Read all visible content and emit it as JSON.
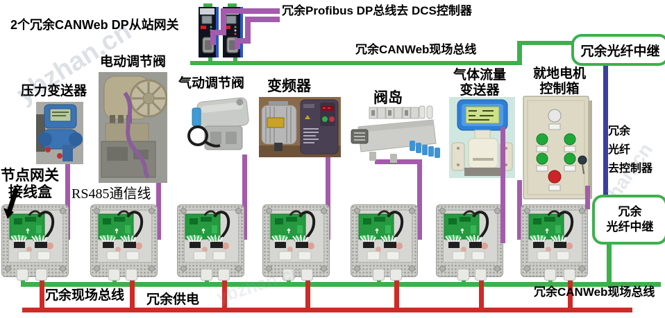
{
  "watermark": "ybzhan.cn",
  "colors": {
    "bus_green": "#3db04b",
    "bus_red": "#cf2a27",
    "profibus_purple": "#a45bac",
    "fiber_blue": "#3b3fa0"
  },
  "header": {
    "gateway_title": "2个冗余CANWeb DP从站网关",
    "profibus_label": "冗余Profibus DP总线去 DCS控制器",
    "canweb_top_label": "冗余CANWeb现场总线"
  },
  "fiber": {
    "repeater_top": "冗余光纤中继",
    "side_lines": [
      "冗余",
      "光纤",
      "去控制器"
    ],
    "repeater_bottom_lines": [
      "冗余",
      "光纤中继"
    ]
  },
  "devices": {
    "pressure": {
      "label": "压力变送器"
    },
    "electric_valve": {
      "label": "电动调节阀"
    },
    "pneumatic_valve": {
      "label": "气动调节阀"
    },
    "vfd": {
      "label": "变频器"
    },
    "valve_island": {
      "label": "阀岛"
    },
    "gas_flow": {
      "label_line1": "气体流量",
      "label_line2": "变送器"
    },
    "motor_box": {
      "label_line1": "就地电机",
      "label_line2": "控制箱"
    }
  },
  "bottom": {
    "node_gateway_line1": "节点网关",
    "node_gateway_line2": "接线盒",
    "rs485_label": "RS485通信线",
    "field_bus_label": "冗余现场总线",
    "power_label": "冗余供电",
    "canweb_bottom_label": "冗余CANWeb现场总线"
  }
}
